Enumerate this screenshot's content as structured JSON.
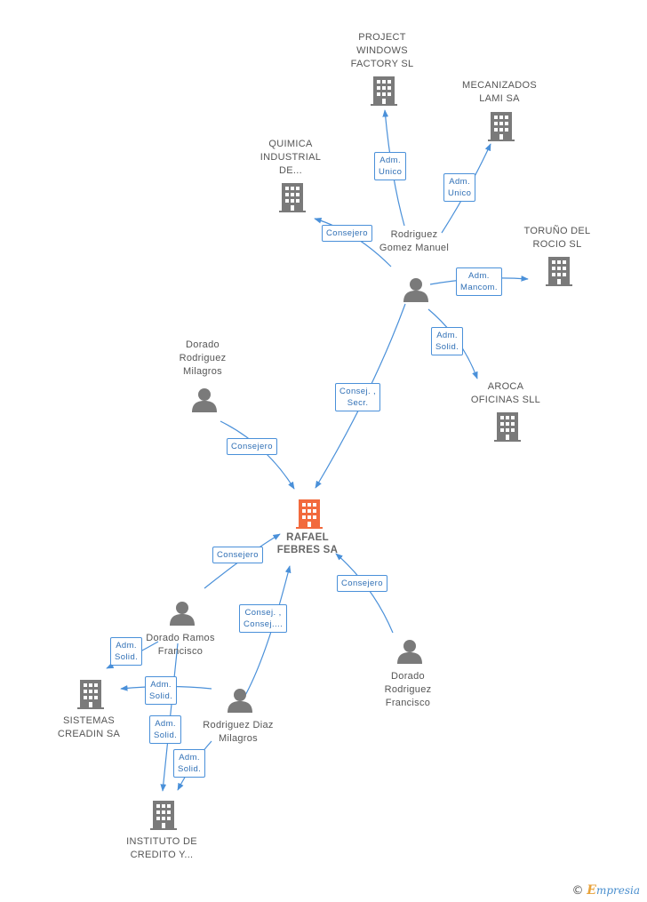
{
  "nodes": {
    "rafael": {
      "label": "RAFAEL FEBRES SA",
      "type": "company",
      "main": true
    },
    "project": {
      "label": "PROJECT WINDOWS FACTORY SL",
      "type": "company"
    },
    "mecanizados": {
      "label": "MECANIZADOS LAMI SA",
      "type": "company"
    },
    "quimica": {
      "label": "QUIMICA INDUSTRIAL DE...",
      "type": "company"
    },
    "toruno": {
      "label": "TORUÑO DEL ROCIO SL",
      "type": "company"
    },
    "aroca": {
      "label": "AROCA OFICINAS SLL",
      "type": "company"
    },
    "sistemas": {
      "label": "SISTEMAS CREADIN SA",
      "type": "company"
    },
    "instituto": {
      "label": "INSTITUTO DE CREDITO Y...",
      "type": "company"
    },
    "rgm": {
      "label": "Rodriguez Gomez Manuel",
      "type": "person"
    },
    "drm": {
      "label": "Dorado Rodriguez Milagros",
      "type": "person"
    },
    "drf": {
      "label": "Dorado Ramos Francisco",
      "type": "person"
    },
    "rdm": {
      "label": "Rodriguez Diaz Milagros",
      "type": "person"
    },
    "drfr": {
      "label": "Dorado Rodriguez Francisco",
      "type": "person"
    }
  },
  "edges": [
    {
      "from": "rgm",
      "to": "project",
      "label": [
        "Adm.",
        "Unico"
      ]
    },
    {
      "from": "rgm",
      "to": "mecanizados",
      "label": [
        "Adm.",
        "Unico"
      ]
    },
    {
      "from": "rgm",
      "to": "quimica",
      "label": [
        "Consejero"
      ]
    },
    {
      "from": "rgm",
      "to": "toruno",
      "label": [
        "Adm.",
        "Mancom."
      ]
    },
    {
      "from": "rgm",
      "to": "aroca",
      "label": [
        "Adm.",
        "Solid."
      ]
    },
    {
      "from": "rgm",
      "to": "rafael",
      "label": [
        "Consej. ,",
        "Secr."
      ]
    },
    {
      "from": "drm",
      "to": "rafael",
      "label": [
        "Consejero"
      ]
    },
    {
      "from": "drf",
      "to": "rafael",
      "label": [
        "Consejero"
      ]
    },
    {
      "from": "rdm",
      "to": "rafael",
      "label": [
        "Consej. ,",
        "Consej...."
      ]
    },
    {
      "from": "drfr",
      "to": "rafael",
      "label": [
        "Consejero"
      ]
    },
    {
      "from": "drf",
      "to": "sistemas",
      "label": [
        "Adm.",
        "Solid."
      ]
    },
    {
      "from": "rdm",
      "to": "sistemas",
      "label": [
        "Adm.",
        "Solid."
      ]
    },
    {
      "from": "drf",
      "to": "instituto",
      "label": [
        "Adm.",
        "Solid."
      ]
    },
    {
      "from": "rdm",
      "to": "instituto",
      "label": [
        "Adm.",
        "Solid."
      ]
    }
  ],
  "colors": {
    "edge": "#4a90d9",
    "icon": "#7a7a7a",
    "main_icon": "#f26a3d"
  },
  "brand": {
    "copyright": "©",
    "initial": "E",
    "rest": "mpresia"
  }
}
